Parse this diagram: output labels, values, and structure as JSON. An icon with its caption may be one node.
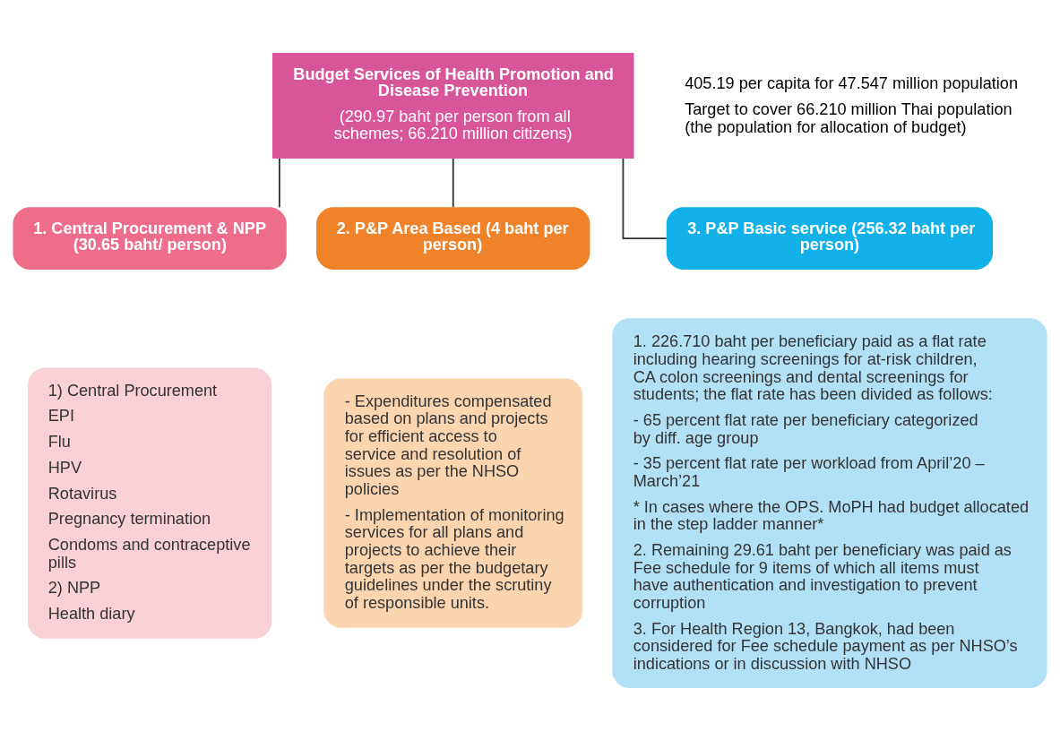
{
  "diagram": {
    "nodes": [
      {
        "text": [
          "Budget Services of Health Promotion and Disease Prevention",
          "(290.97 baht per person from all schemes; 66.210 million citizens)"
        ],
        "beside": [
          "405.19 per capita for 47.547 million population",
          "Target to cover 66.210 million Thai population (the population for allocation of budget)"
        ]
      },
      {
        "text": [
          "1. Central Procurement & NPP (30.65 baht/ person)"
        ]
      },
      {
        "text": [
          "2. P&P Area Based (4 baht per person)"
        ]
      },
      {
        "text": [
          "3. P&P Basic service (256.32 baht per person)"
        ]
      },
      {
        "text": [
          "1) Central Procurement",
          "EPI",
          "Flu",
          "HPV",
          "Rotavirus",
          "Pregnancy termination",
          "Condoms and contraceptive pills",
          "2) NPP",
          "Health diary"
        ]
      },
      {
        "text": [
          "- Expenditures compensated based on plans and projects for efficient access to service and resolution of issues as per the NHSO policies",
          "- Implementation of monitoring services for all plans and projects to achieve their targets as per the budgetary guidelines under the scrutiny of responsible units."
        ]
      },
      {
        "text": [
          "1. 226.710 baht per beneficiary paid as a flat rate including hearing screenings for at-risk children, CA colon screenings and dental screenings for students; the flat rate has been divided as follows:",
          "- 65 percent flat rate per beneficiary categorized by diff. age group",
          "- 35 percent flat rate per workload from April’20 – March’21",
          "* In cases where the OPS. MoPH had budget allocated in the step ladder manner*",
          "2. Remaining 29.61 baht per beneficiary was paid as Fee schedule for 9 items of which all items must have authentication and investigation to prevent corruption",
          "3. For Health Region 13, Bangkok, had been considered for Fee schedule payment as per NHSO’s indications or in discussion with NHSO"
        ]
      }
    ],
    "edges": [
      {
        "from": 0,
        "to": 1,
        "arrow": "none"
      },
      {
        "from": 0,
        "to": 2,
        "arrow": "none"
      },
      {
        "from": 0,
        "to": 3,
        "arrow": "none"
      }
    ]
  }
}
